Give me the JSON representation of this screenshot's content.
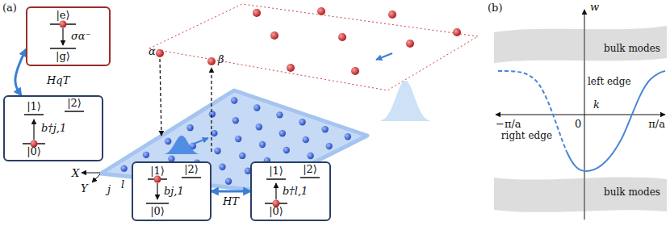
{
  "diagram": {
    "nodes": [
      {
        "text": [
          "|e⟩",
          "|g⟩",
          "σα⁻"
        ]
      },
      {
        "text": [
          "|1⟩",
          "|2⟩",
          "b†j,1",
          "|0⟩"
        ]
      },
      {
        "text": [
          "|1⟩",
          "|2⟩",
          "bj,1",
          "|0⟩"
        ]
      },
      {
        "text": [
          "|1⟩",
          "|2⟩",
          "b†l,1",
          "|0⟩"
        ]
      },
      {
        "text": [
          "bulk modes"
        ]
      },
      {
        "text": [
          "bulk modes"
        ]
      }
    ],
    "edges": [
      {
        "from": 0,
        "to": 1,
        "arrow": "both",
        "label": "HqT"
      },
      {
        "from": 2,
        "to": 3,
        "arrow": "both",
        "label": "HT"
      }
    ],
    "labels": [
      "(a)",
      "α",
      "β",
      "X",
      "Y",
      "j",
      "l",
      "(b)",
      "w",
      "k",
      "−π/a",
      "0",
      "π/a",
      "right edge",
      "left edge"
    ]
  }
}
